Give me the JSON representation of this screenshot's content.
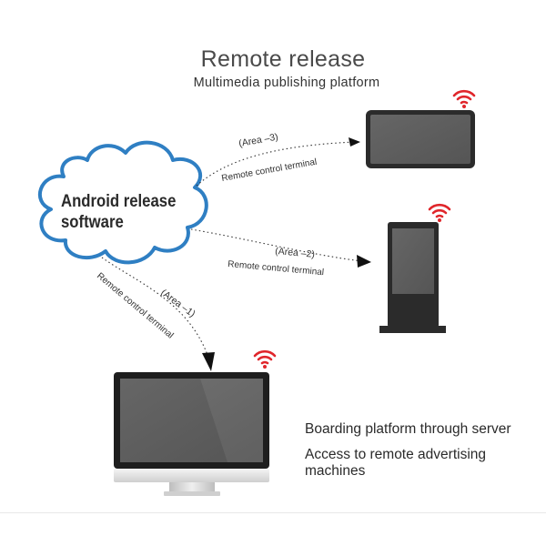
{
  "header": {
    "title": "Remote release",
    "subtitle": "Multimedia publishing platform"
  },
  "cloud": {
    "label": "Android release software"
  },
  "connections": {
    "area3": {
      "area_label": "(Area –3)",
      "terminal_label": "Remote control terminal"
    },
    "area2": {
      "area_label": "(Area –2)",
      "terminal_label": "Remote control terminal"
    },
    "area1": {
      "area_label": "(Area –1)",
      "terminal_label": "Remote control terminal"
    }
  },
  "description": {
    "line1": "Boarding platform through server",
    "line2": "Access to remote advertising machines"
  },
  "devices": [
    {
      "kind": "horizontal-display",
      "icon": "wifi-icon"
    },
    {
      "kind": "kiosk-stand",
      "icon": "wifi-icon"
    },
    {
      "kind": "desktop-monitor",
      "icon": "wifi-icon"
    }
  ],
  "colors": {
    "cloud_stroke": "#2f7fc3",
    "wifi": "#e0262b",
    "device_frame": "#2b2b2b",
    "device_screen": "#5a5a5a"
  }
}
